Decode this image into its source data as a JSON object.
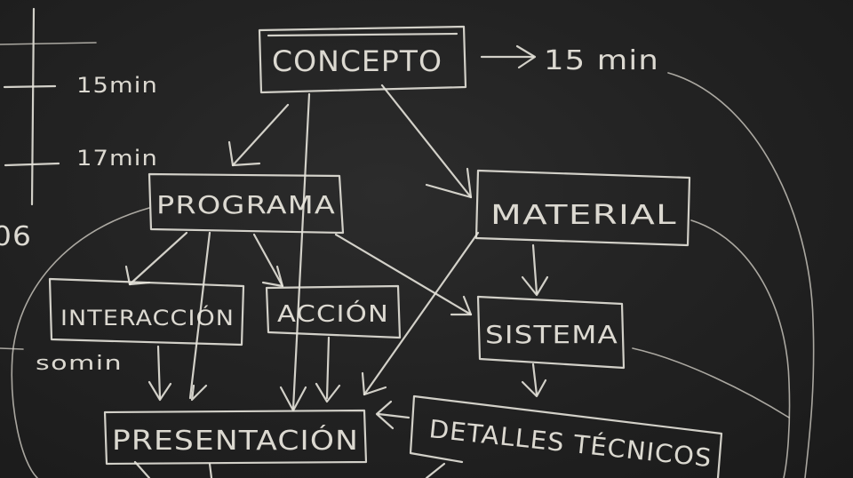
{
  "board": {
    "nodes": {
      "concepto": "CONCEPTO",
      "programa": "PROGRAMA",
      "material": "MATERIAL",
      "interaccion": "INTERACCIÓN",
      "accion": "ACCIÓN",
      "sistema": "SISTEMA",
      "presentacion": "PRESENTACIÓN",
      "detalles": "DETALLES TÉCNICOS"
    },
    "notes": {
      "time_concepto": "15 min",
      "time_left_1": "15min",
      "time_left_2": "17min",
      "time_left_3": "somin",
      "edge_number": "06"
    }
  }
}
